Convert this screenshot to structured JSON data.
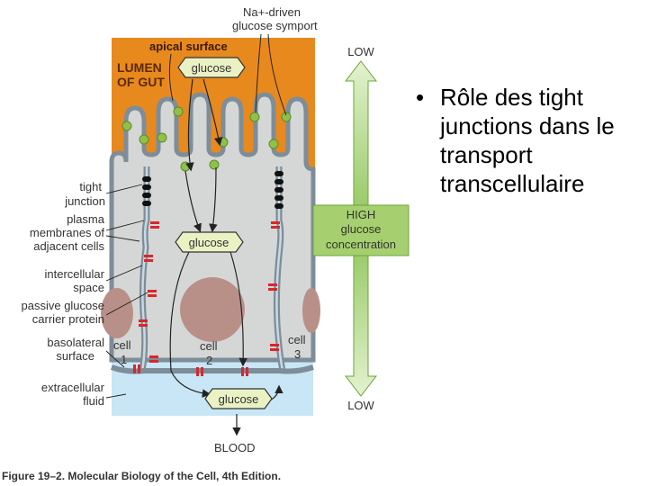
{
  "diagram": {
    "top_label_line1": "Na+-driven",
    "top_label_line2": "glucose symport",
    "apical_surface": "apical surface",
    "lumen_line1": "LUMEN",
    "lumen_line2": "OF GUT",
    "glucose": "glucose",
    "labels": {
      "tight_junction_1": "tight",
      "tight_junction_2": "junction",
      "plasma_1": "plasma",
      "plasma_2": "membranes of",
      "plasma_3": "adjacent cells",
      "intercellular_1": "intercellular",
      "intercellular_2": "space",
      "passive_1": "passive glucose",
      "passive_2": "carrier protein",
      "basolateral_1": "basolateral",
      "basolateral_2": "surface",
      "extracellular_1": "extracellular",
      "extracellular_2": "fluid",
      "blood": "BLOOD"
    },
    "cells": {
      "cell1_a": "cell",
      "cell1_b": "1",
      "cell2_a": "cell",
      "cell2_b": "2",
      "cell3_a": "cell",
      "cell3_b": "3"
    },
    "gradient": {
      "low_top": "LOW",
      "high_1": "HIGH",
      "high_2": "glucose",
      "high_3": "concentration",
      "low_bottom": "LOW"
    },
    "colors": {
      "lumen": "#e8891e",
      "cytoplasm": "#d4d7d5",
      "membrane": "#8a9aa6",
      "extracellular": "#c8e6f5",
      "nucleus": "#b99088",
      "gradient": "#a6d06f",
      "symporter": "#8fc04a",
      "carrier": "#d9262c",
      "glucose_box": "#eaf2c4"
    }
  },
  "bullet": "Rôle des tight junctions dans le transport transcellulaire",
  "caption": "Figure 19–2. Molecular Biology of the Cell, 4th Edition."
}
